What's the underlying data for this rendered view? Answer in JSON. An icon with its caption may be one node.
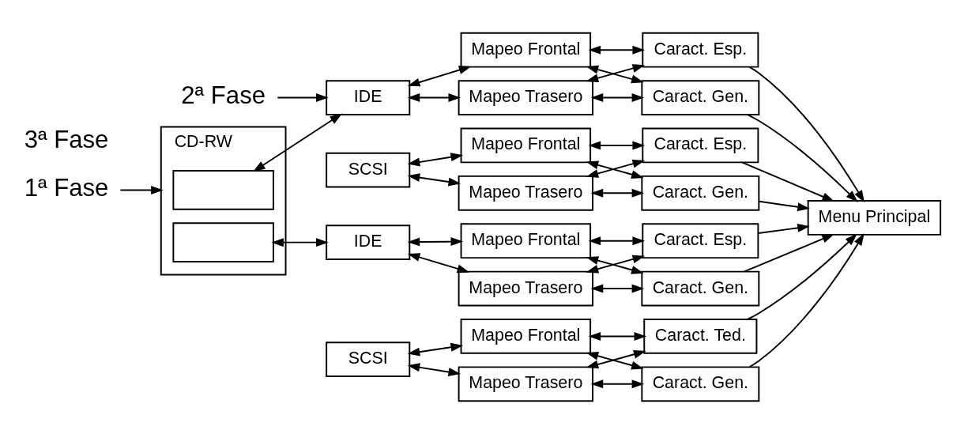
{
  "diagram": {
    "nodes": [
      {
        "text": [
          "1ª Fase"
        ]
      },
      {
        "text": [
          "2ª Fase"
        ]
      },
      {
        "text": [
          "CD-RW"
        ]
      },
      {
        "text": [],
        "shape": "box",
        "in": 2
      },
      {
        "text": [],
        "shape": "box",
        "in": 2
      },
      {
        "text": [
          "IDE"
        ]
      },
      {
        "text": [
          "SCSI"
        ]
      },
      {
        "text": [
          "IDE"
        ]
      },
      {
        "text": [
          "SCSI"
        ]
      },
      {
        "text": [
          "Mapeo Frontal"
        ]
      },
      {
        "text": [
          "Mapeo Trasero"
        ]
      },
      {
        "text": [
          "Mapeo Frontal"
        ]
      },
      {
        "text": [
          "Mapeo Trasero"
        ]
      },
      {
        "text": [
          "Mapeo Frontal"
        ]
      },
      {
        "text": [
          "Mapeo Trasero"
        ]
      },
      {
        "text": [
          "Mapeo Frontal"
        ]
      },
      {
        "text": [
          "Mapeo Trasero"
        ]
      },
      {
        "text": [
          "Caract. Esp."
        ]
      },
      {
        "text": [
          "Caract. Gen."
        ]
      },
      {
        "text": [
          "Caract. Esp."
        ]
      },
      {
        "text": [
          "Caract. Gen."
        ]
      },
      {
        "text": [
          "Caract. Esp."
        ]
      },
      {
        "text": [
          "Caract. Gen."
        ]
      },
      {
        "text": [
          "Caract. Ted."
        ]
      },
      {
        "text": [
          "Caract. Gen."
        ]
      },
      {
        "text": [
          "Menu Principal"
        ]
      }
    ],
    "edges": [
      {
        "from": 0,
        "to": 2,
        "arrow": "to"
      },
      {
        "from": 1,
        "to": 5,
        "arrow": "to"
      },
      {
        "from": 3,
        "to": 5,
        "arrow": "both"
      },
      {
        "from": 4,
        "to": 7,
        "arrow": "both"
      },
      {
        "from": 5,
        "to": 9,
        "arrow": "both"
      },
      {
        "from": 5,
        "to": 10,
        "arrow": "both"
      },
      {
        "from": 6,
        "to": 11,
        "arrow": "both"
      },
      {
        "from": 6,
        "to": 12,
        "arrow": "both"
      },
      {
        "from": 7,
        "to": 13,
        "arrow": "both"
      },
      {
        "from": 7,
        "to": 14,
        "arrow": "both"
      },
      {
        "from": 8,
        "to": 15,
        "arrow": "both"
      },
      {
        "from": 8,
        "to": 16,
        "arrow": "both"
      },
      {
        "from": 9,
        "to": 17,
        "arrow": "both"
      },
      {
        "from": 9,
        "to": 18,
        "arrow": "both"
      },
      {
        "from": 10,
        "to": 17,
        "arrow": "both"
      },
      {
        "from": 10,
        "to": 18,
        "arrow": "both"
      },
      {
        "from": 11,
        "to": 19,
        "arrow": "both"
      },
      {
        "from": 11,
        "to": 20,
        "arrow": "both"
      },
      {
        "from": 12,
        "to": 19,
        "arrow": "both"
      },
      {
        "from": 12,
        "to": 20,
        "arrow": "both"
      },
      {
        "from": 13,
        "to": 21,
        "arrow": "both"
      },
      {
        "from": 13,
        "to": 22,
        "arrow": "both"
      },
      {
        "from": 14,
        "to": 21,
        "arrow": "both"
      },
      {
        "from": 14,
        "to": 22,
        "arrow": "both"
      },
      {
        "from": 15,
        "to": 23,
        "arrow": "both"
      },
      {
        "from": 15,
        "to": 24,
        "arrow": "both"
      },
      {
        "from": 16,
        "to": 23,
        "arrow": "both"
      },
      {
        "from": 16,
        "to": 24,
        "arrow": "both"
      },
      {
        "from": 17,
        "to": 25,
        "arrow": "to"
      },
      {
        "from": 18,
        "to": 25,
        "arrow": "to"
      },
      {
        "from": 19,
        "to": 25,
        "arrow": "to"
      },
      {
        "from": 20,
        "to": 25,
        "arrow": "to"
      },
      {
        "from": 21,
        "to": 25,
        "arrow": "to"
      },
      {
        "from": 22,
        "to": 25,
        "arrow": "to"
      },
      {
        "from": 23,
        "to": 25,
        "arrow": "to"
      },
      {
        "from": 24,
        "to": 25,
        "arrow": "to"
      }
    ],
    "labels": [
      "3ª Fase"
    ]
  }
}
